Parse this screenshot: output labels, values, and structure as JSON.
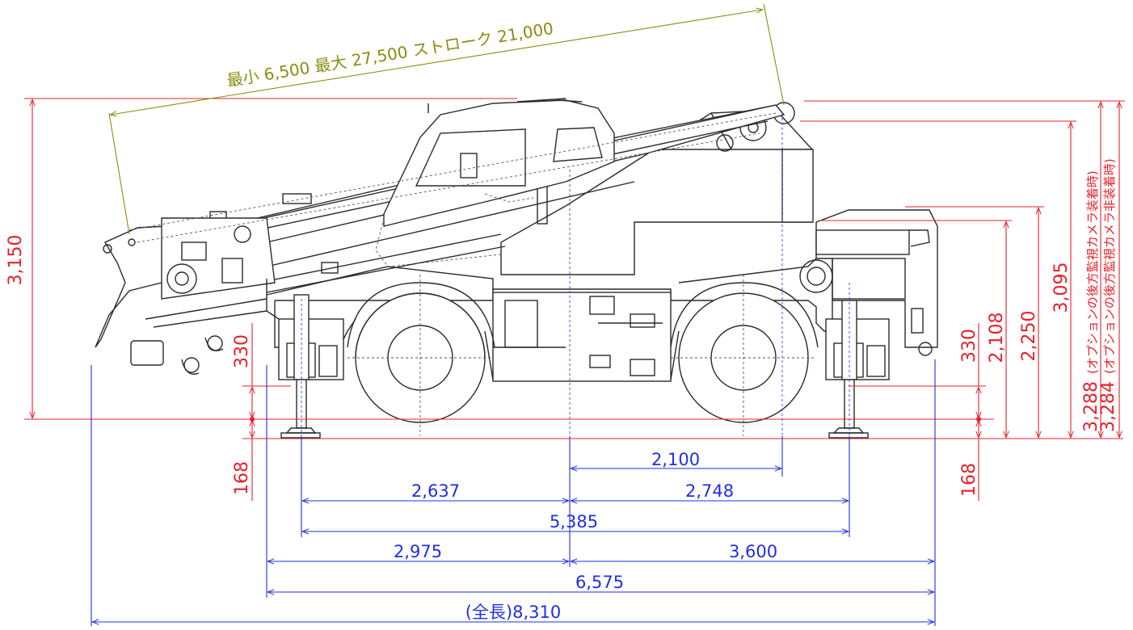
{
  "colors": {
    "drawing": "#2a2a2a",
    "vertical_dimension": "#e8202a",
    "horizontal_dimension": "#1f2fe0",
    "boom_dimension": "#8c8c10"
  },
  "boom_dimension": "最小 6,500  最大 27,500  ストローク 21,000",
  "horizontal_dimensions": {
    "rear_axle_to_boom_foot": "2,100",
    "front_outrigger_to_center": "2,637",
    "center_to_rear_outrigger": "2,748",
    "outrigger_span": "5,385",
    "front_end_to_center": "2,975",
    "center_to_rear_end": "3,600",
    "body_length": "6,575",
    "overall_length": "(全長)8,310"
  },
  "vertical_dimensions": {
    "overall_height": "3,150",
    "front_ground_clearance": "330",
    "front_outrigger_float": "168",
    "rear_ground_clearance": "330",
    "rear_outrigger_float": "168",
    "deck_height": "2,108",
    "engine_cover_height": "2,250",
    "boom_rest_height": "3,095",
    "height_with_camera": "3,288",
    "height_with_camera_note": "(オプションの後方監視カメラ装着時)",
    "height_without_camera": "3,284",
    "height_without_camera_note": "(オプションの後方監視カメラ非装着時)"
  }
}
